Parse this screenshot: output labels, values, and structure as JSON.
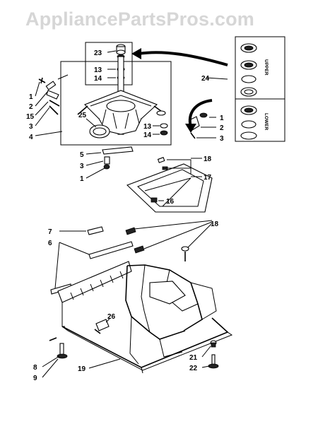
{
  "watermark": "AppliancePartsPros.com",
  "kit_labels": {
    "upper": "UPPER",
    "lower": "LOWER"
  },
  "callouts": {
    "c23": "23",
    "c13a": "13",
    "c14a": "14",
    "c1a": "1",
    "c2a": "2",
    "c15": "15",
    "c3a": "3",
    "c4": "4",
    "c25": "25",
    "c24": "24",
    "c1b": "1",
    "c2b": "2",
    "c3b": "3",
    "c13b": "13",
    "c14b": "14",
    "c5": "5",
    "c3c": "3",
    "c1c": "1",
    "c18a": "18",
    "c17": "17",
    "c16": "16",
    "c7": "7",
    "c6": "6",
    "c18b": "18",
    "c26": "26",
    "c8": "8",
    "c9": "9",
    "c19": "19",
    "c21": "21",
    "c22": "22"
  }
}
